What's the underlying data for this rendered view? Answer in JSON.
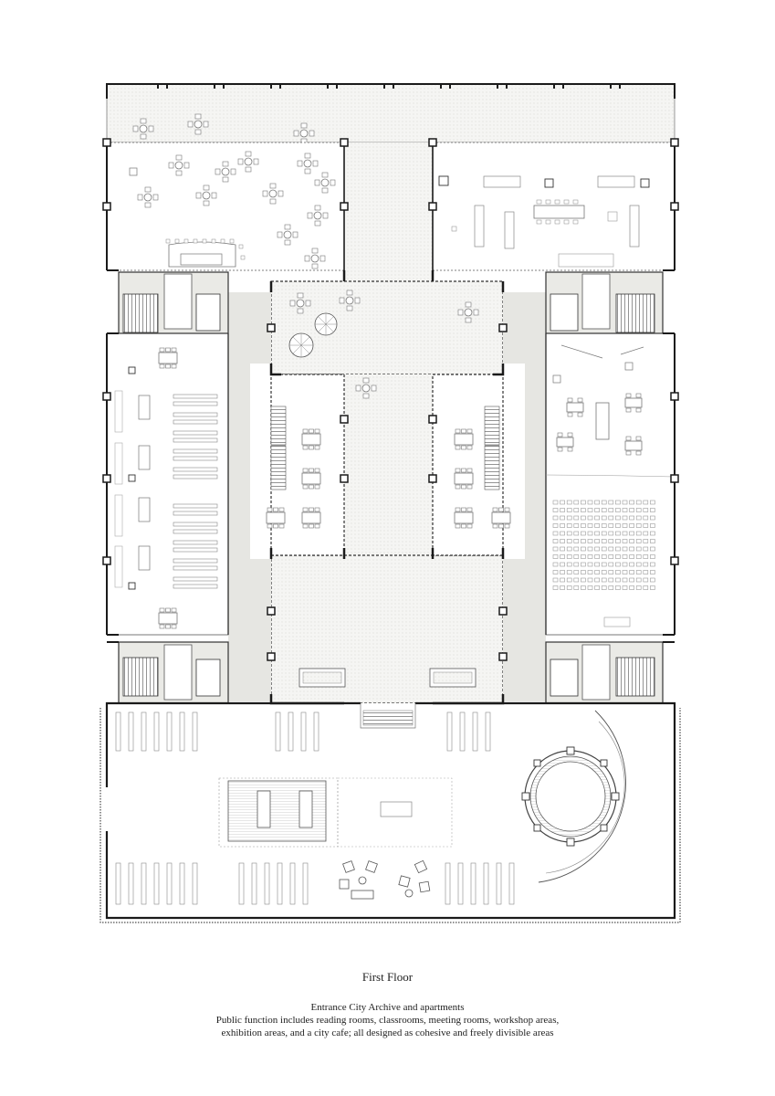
{
  "title": "First Floor",
  "caption": {
    "line1": "Entrance City Archive and apartments",
    "line2": "Public function includes reading rooms, classrooms, meeting rooms, workshop areas,",
    "line3": "exhibition areas, and a city cafe; all designed as cohesive and freely divisible areas"
  },
  "colors": {
    "wall": "#1a1a1a",
    "line": "#555555",
    "thin": "#9a9a9a",
    "corridor": "#e6e6e2",
    "paving": "#f1f1ef",
    "furniture": "#777777"
  },
  "elements": [
    "floor-plan-drawing",
    "north-colonnade",
    "cafe-wing",
    "workshop-wing",
    "reading-room",
    "classroom-wing",
    "auditorium-seating",
    "central-courtyard",
    "west-stair-core",
    "east-stair-core",
    "exhibition-hall",
    "round-exhibition-pavilion",
    "entrance-stair"
  ]
}
